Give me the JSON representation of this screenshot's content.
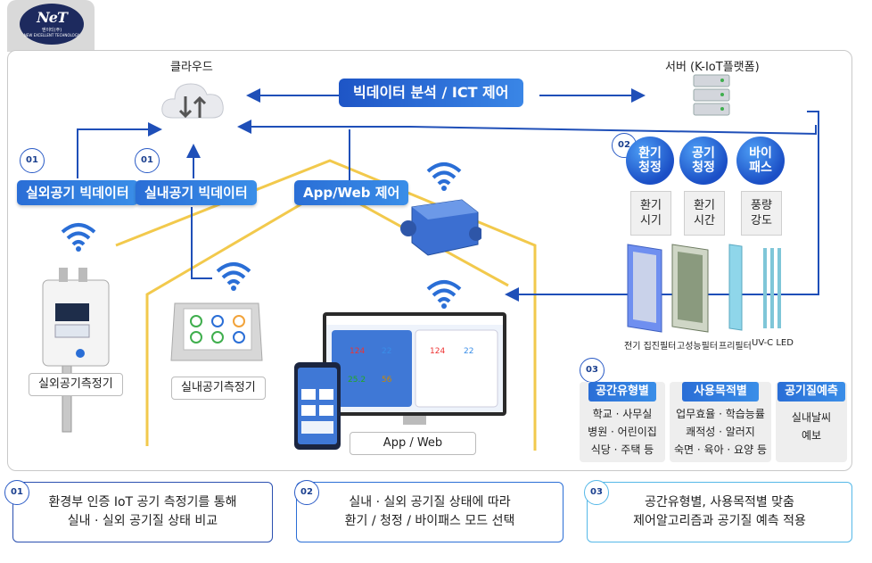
{
  "logo": {
    "brand": "NeT",
    "korean": "엔이티(주)",
    "tagline": "NEW EXCELLENT TECHNOLOGY"
  },
  "top": {
    "cloud_label": "클라우드",
    "server_label": "서버 (K-IoT플랫폼)",
    "bigdata_banner": "빅데이터 분석 / ICT 제어"
  },
  "left": {
    "outdoor_num": "01",
    "outdoor_bigdata": "실외공기 빅데이터",
    "indoor_num": "01",
    "indoor_bigdata": "실내공기 빅데이터",
    "appweb_control": "App/Web 제어",
    "outdoor_meter": "실외공기측정기",
    "indoor_meter": "실내공기측정기",
    "appweb_label": "App / Web"
  },
  "modes": {
    "num": "02",
    "items": [
      {
        "mode": "환기\n청정",
        "param": "환기\n시기"
      },
      {
        "mode": "공기\n청정",
        "param": "환기\n시간"
      },
      {
        "mode": "바이\n패스",
        "param": "풍량\n강도"
      }
    ]
  },
  "filters": [
    "전기 집진필터",
    "고성능필터",
    "프리필터",
    "UV-C LED"
  ],
  "categories": {
    "num": "03",
    "groups": [
      {
        "title": "공간유형별",
        "items": [
          "학교 · 사무실",
          "병원 · 어린이집",
          "식당 · 주택 등"
        ]
      },
      {
        "title": "사용목적별",
        "items": [
          "업무효율 · 학습능률",
          "쾌적성 · 알러지",
          "숙면 · 육아 · 요양 등"
        ]
      },
      {
        "title": "공기질예측",
        "items": [
          "실내날씨",
          "예보"
        ]
      }
    ]
  },
  "bottom": [
    {
      "num": "01",
      "line1": "환경부 인증 IoT 공기 측정기를 통해",
      "line2": "실내 · 실외 공기질 상태 비교"
    },
    {
      "num": "02",
      "line1": "실내 · 실외 공기질 상태에 따라",
      "line2": "환기 / 청정 / 바이패스 모드 선택"
    },
    {
      "num": "03",
      "line1": "공간유형별, 사용목적별  맞춤",
      "line2": "제어알고리즘과 공기질 예측 적용"
    }
  ],
  "colors": {
    "accent": "#2a6ed6",
    "house_line": "#f2c94c",
    "arrow": "#1f4fb8"
  }
}
